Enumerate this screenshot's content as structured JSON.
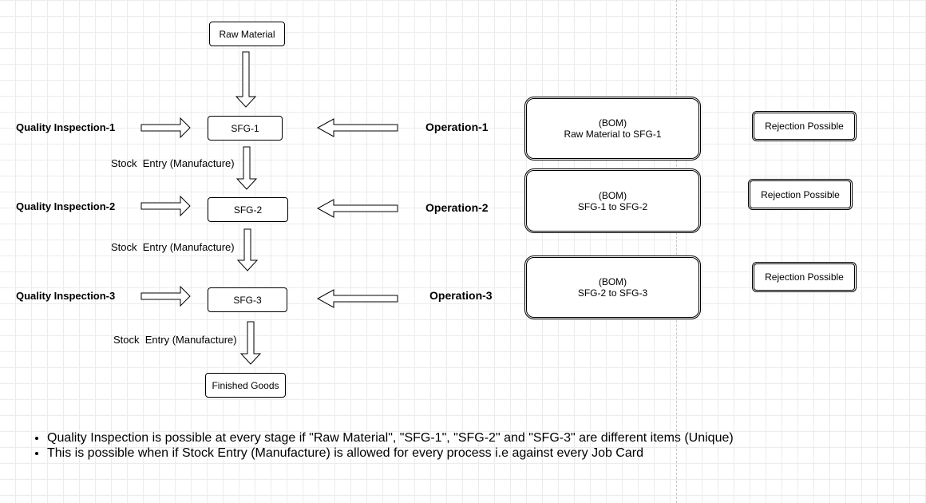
{
  "nodes": {
    "raw_material": "Raw Material",
    "sfg1": "SFG-1",
    "sfg2": "SFG-2",
    "sfg3": "SFG-3",
    "finished_goods": "Finished Goods"
  },
  "quality_inspections": [
    "Quality Inspection-1",
    "Quality Inspection-2",
    "Quality Inspection-3"
  ],
  "operations": [
    "Operation-1",
    "Operation-2",
    "Operation-3"
  ],
  "stock_entries": [
    "Stock  Entry (Manufacture)",
    "Stock  Entry (Manufacture)",
    "Stock  Entry (Manufacture)"
  ],
  "boms": [
    {
      "title": "(BOM)",
      "desc": "Raw Material to SFG-1"
    },
    {
      "title": "(BOM)",
      "desc": "SFG-1 to SFG-2"
    },
    {
      "title": "(BOM)",
      "desc": "SFG-2 to SFG-3"
    }
  ],
  "rejections": [
    "Rejection Possible",
    "Rejection Possible",
    "Rejection Possible"
  ],
  "notes": [
    "Quality Inspection is possible at every stage if \"Raw Material\", \"SFG-1\", \"SFG-2\" and \"SFG-3\" are different items (Unique)",
    "This is possible when if Stock Entry (Manufacture) is allowed for every process i.e against every Job Card"
  ]
}
